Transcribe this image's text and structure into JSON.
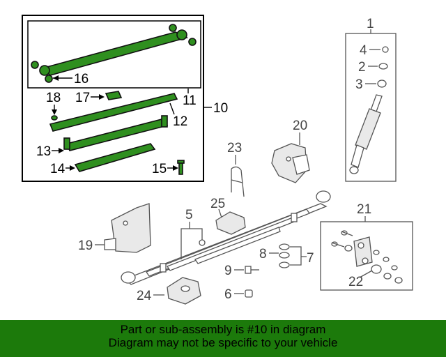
{
  "colors": {
    "highlight_green": "#2f8f1f",
    "footer_green": "#1c7a0b",
    "part_grey": "#555555"
  },
  "callouts": {
    "c1": "1",
    "c2": "2",
    "c3": "3",
    "c4": "4",
    "c5": "5",
    "c6": "6",
    "c7": "7",
    "c8": "8",
    "c9": "9",
    "c10": "10",
    "c11": "11",
    "c12": "12",
    "c13": "13",
    "c14": "14",
    "c15": "15",
    "c16": "16",
    "c17": "17",
    "c18": "18",
    "c19": "19",
    "c20": "20",
    "c21": "21",
    "c22": "22",
    "c23": "23",
    "c24": "24",
    "c25": "25"
  },
  "footer": {
    "line1": "Part or sub-assembly is #10 in diagram",
    "line2": "Diagram may not be specific to your vehicle"
  }
}
